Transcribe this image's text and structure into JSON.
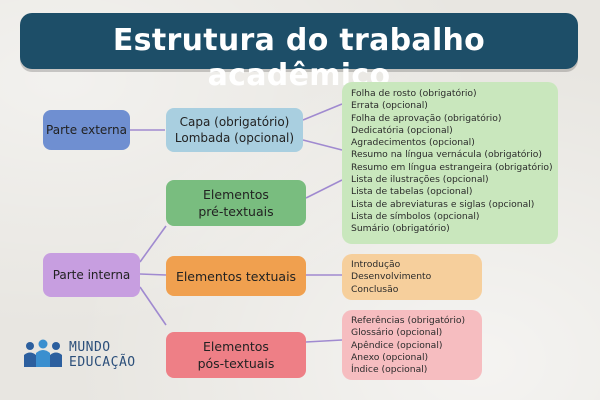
{
  "title": "Estrutura do trabalho acadêmico",
  "nodes": {
    "parte_externa": "Parte externa",
    "parte_interna": "Parte interna",
    "capa": "Capa (obrigatório)",
    "lombada": "Lombada (opcional)",
    "pre_textuais_1": "Elementos",
    "pre_textuais_2": "pré-textuais",
    "textuais": "Elementos textuais",
    "pos_textuais_1": "Elementos",
    "pos_textuais_2": "pós-textuais"
  },
  "pre_textual_items": [
    "Folha de rosto (obrigatório)",
    "Errata (opcional)",
    "Folha de aprovação (obrigatório)",
    "Dedicatória (opcional)",
    "Agradecimentos (opcional)",
    "Resumo na língua vernácula (obrigatório)",
    "Resumo em língua estrangeira (obrigatório)",
    "Lista de ilustrações (opcional)",
    "Lista de tabelas (opcional)",
    "Lista de abreviaturas e siglas (opcional)",
    "Lista de símbolos (opcional)",
    "Sumário (obrigatório)"
  ],
  "textual_items": [
    "Introdução",
    "Desenvolvimento",
    "Conclusão"
  ],
  "pos_textual_items": [
    "Referências (obrigatório)",
    "Glossário (opcional)",
    "Apêndice (opcional)",
    "Anexo (opcional)",
    "Índice (opcional)"
  ],
  "logo": {
    "line1": "MUNDO",
    "line2": "EDUCAÇÃO"
  },
  "colors": {
    "title_bg": "#1d4e68",
    "blue": "#6f8fd1",
    "light_blue": "#a9cfe0",
    "green": "#79bd7f",
    "light_green": "#c9e7bd",
    "purple": "#c79ee0",
    "orange": "#f0a04f",
    "light_orange": "#f6cf9c",
    "red": "#ee7f86",
    "light_red": "#f6bdc0"
  }
}
